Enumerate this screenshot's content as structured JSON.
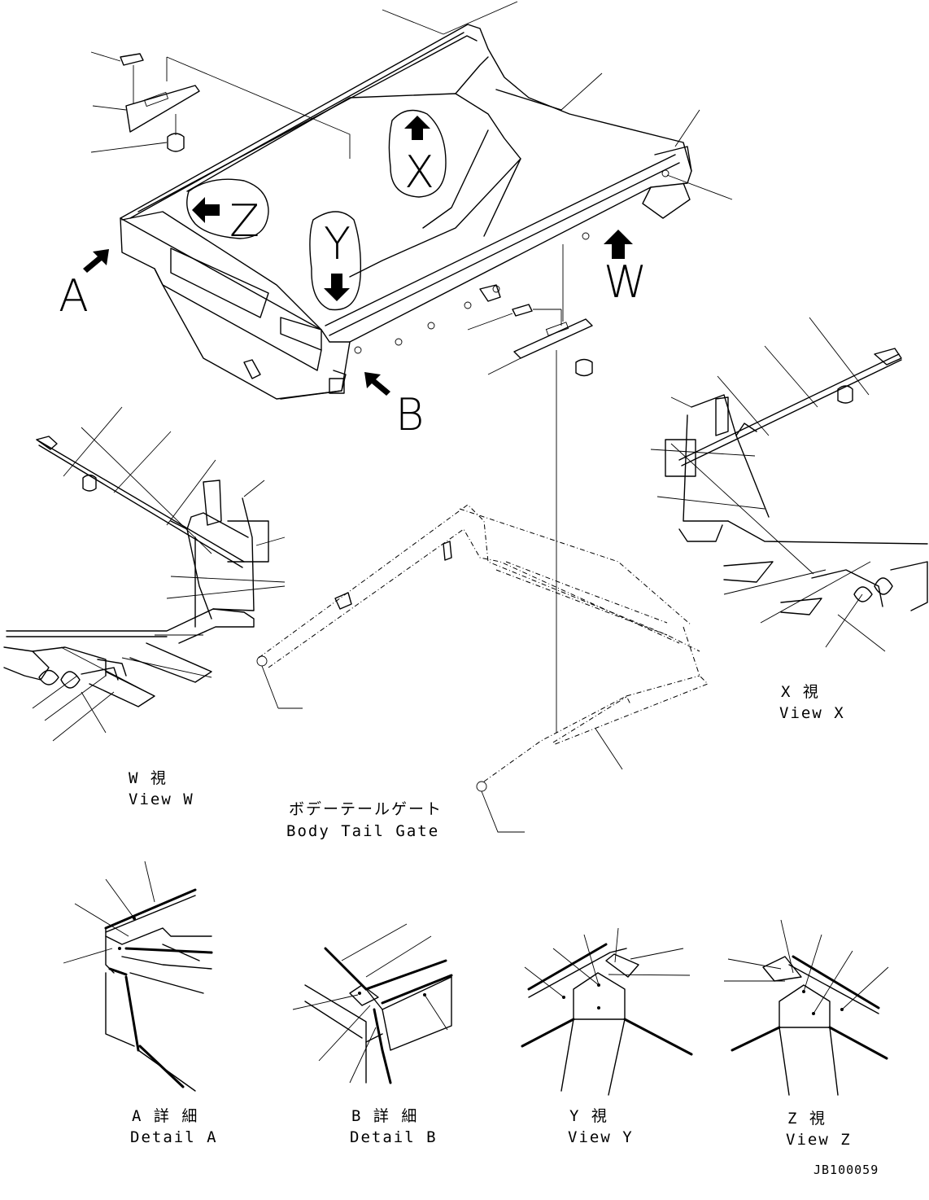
{
  "drawing_code": "JB100059",
  "view_markers": {
    "a": "A",
    "b": "B",
    "w": "W",
    "x": "X",
    "y": "Y",
    "z": "Z"
  },
  "captions": {
    "view_w_jp": "W 視",
    "view_w_en": "View W",
    "view_x_jp": "X 視",
    "view_x_en": "View X",
    "tail_gate_jp": "ボデーテールゲート",
    "tail_gate_en": "Body Tail Gate",
    "detail_a_jp": "A 詳 細",
    "detail_a_en": "Detail A",
    "detail_b_jp": "B 詳 細",
    "detail_b_en": "Detail B",
    "view_y_jp": "Y 視",
    "view_y_en": "View Y",
    "view_z_jp": "Z 視",
    "view_z_en": "View Z"
  },
  "colors": {
    "ink": "#000000",
    "paper": "#ffffff"
  }
}
